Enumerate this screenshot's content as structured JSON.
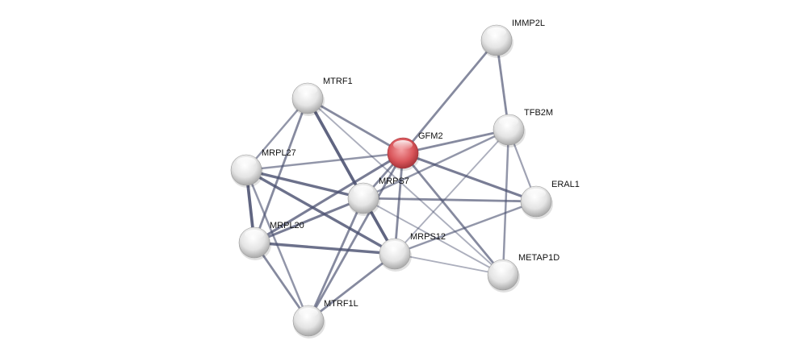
{
  "title": "Protein interaction network",
  "colors": {
    "query_node": "#d9555a",
    "node": "#e8e8e8",
    "edge": "#4a5070"
  },
  "nodes": [
    {
      "id": "IMMP2L",
      "label": "IMMP2L",
      "query": false
    },
    {
      "id": "MTRF1",
      "label": "MTRF1",
      "query": false
    },
    {
      "id": "TFB2M",
      "label": "TFB2M",
      "query": false
    },
    {
      "id": "GFM2",
      "label": "GFM2",
      "query": true
    },
    {
      "id": "MRPL27",
      "label": "MRPL27",
      "query": false
    },
    {
      "id": "MRPS7",
      "label": "MRPS7",
      "query": false
    },
    {
      "id": "ERAL1",
      "label": "ERAL1",
      "query": false
    },
    {
      "id": "MRPL20",
      "label": "MRPL20",
      "query": false
    },
    {
      "id": "MRPS12",
      "label": "MRPS12",
      "query": false
    },
    {
      "id": "METAP1D",
      "label": "METAP1D",
      "query": false
    },
    {
      "id": "MTRF1L",
      "label": "MTRF1L",
      "query": false
    }
  ],
  "edges": [
    {
      "source": "IMMP2L",
      "target": "GFM2",
      "strength": 0.6
    },
    {
      "source": "IMMP2L",
      "target": "TFB2M",
      "strength": 0.6
    },
    {
      "source": "MTRF1",
      "target": "MRPL27",
      "strength": 0.5
    },
    {
      "source": "MTRF1",
      "target": "MRPL20",
      "strength": 0.6
    },
    {
      "source": "MTRF1",
      "target": "MRPS7",
      "strength": 0.9
    },
    {
      "source": "MTRF1",
      "target": "GFM2",
      "strength": 0.6
    },
    {
      "source": "MTRF1",
      "target": "METAP1D",
      "strength": 0.3
    },
    {
      "source": "GFM2",
      "target": "TFB2M",
      "strength": 0.6
    },
    {
      "source": "GFM2",
      "target": "MRPL27",
      "strength": 0.5
    },
    {
      "source": "GFM2",
      "target": "ERAL1",
      "strength": 0.7
    },
    {
      "source": "GFM2",
      "target": "MRPS7",
      "strength": 0.6
    },
    {
      "source": "GFM2",
      "target": "MRPS12",
      "strength": 0.6
    },
    {
      "source": "GFM2",
      "target": "MTRF1L",
      "strength": 0.6
    },
    {
      "source": "GFM2",
      "target": "MRPL20",
      "strength": 0.7
    },
    {
      "source": "GFM2",
      "target": "METAP1D",
      "strength": 0.6
    },
    {
      "source": "TFB2M",
      "target": "MRPS7",
      "strength": 0.5
    },
    {
      "source": "TFB2M",
      "target": "MRPS12",
      "strength": 0.3
    },
    {
      "source": "TFB2M",
      "target": "ERAL1",
      "strength": 0.4
    },
    {
      "source": "TFB2M",
      "target": "METAP1D",
      "strength": 0.5
    },
    {
      "source": "MRPL27",
      "target": "MRPL20",
      "strength": 0.9
    },
    {
      "source": "MRPL27",
      "target": "MRPS7",
      "strength": 0.8
    },
    {
      "source": "MRPL27",
      "target": "MRPS12",
      "strength": 0.8
    },
    {
      "source": "MRPL27",
      "target": "MTRF1L",
      "strength": 0.5
    },
    {
      "source": "MRPS7",
      "target": "MRPL20",
      "strength": 0.7
    },
    {
      "source": "MRPS7",
      "target": "MTRF1L",
      "strength": 0.6
    },
    {
      "source": "MRPS7",
      "target": "ERAL1",
      "strength": 0.6
    },
    {
      "source": "MRPS7",
      "target": "MRPS12",
      "strength": 0.9
    },
    {
      "source": "MRPS7",
      "target": "METAP1D",
      "strength": 0.3
    },
    {
      "source": "MRPL20",
      "target": "MRPS12",
      "strength": 0.8
    },
    {
      "source": "MRPL20",
      "target": "MTRF1L",
      "strength": 0.6
    },
    {
      "source": "MRPS12",
      "target": "MTRF1L",
      "strength": 0.6
    },
    {
      "source": "MRPS12",
      "target": "ERAL1",
      "strength": 0.5
    },
    {
      "source": "MRPS12",
      "target": "METAP1D",
      "strength": 0.3
    }
  ]
}
